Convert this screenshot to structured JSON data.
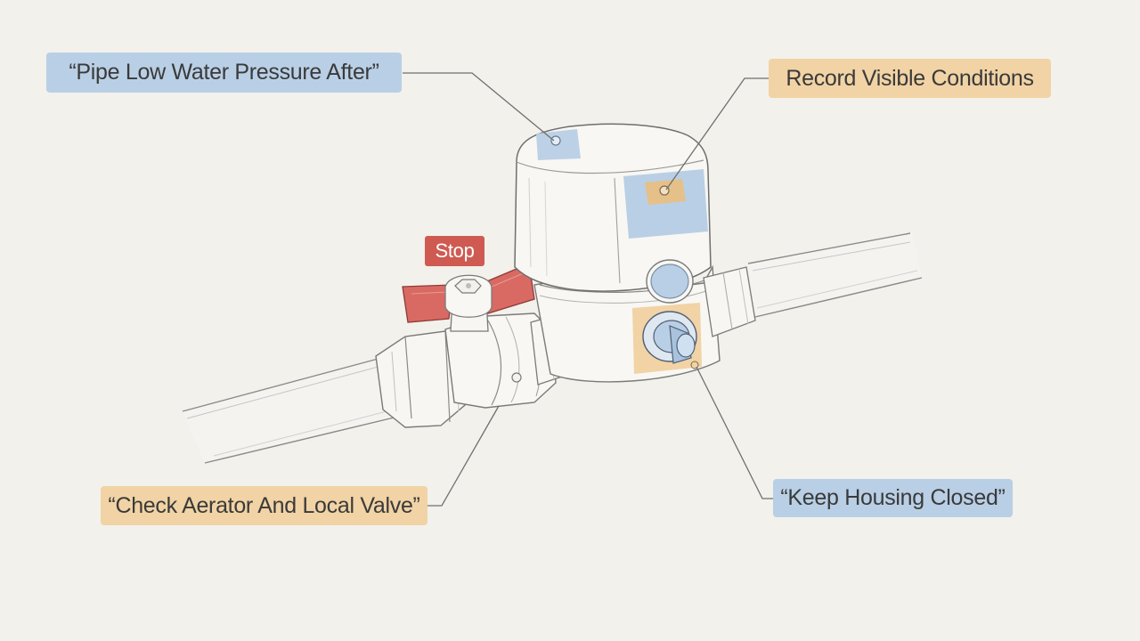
{
  "callouts": {
    "pipe_low_pressure": "“Pipe Low Water Pressure After”",
    "record_conditions": "Record Visible Conditions",
    "stop": "Stop",
    "check_aerator": "“Check Aerator And Local Valve”",
    "keep_housing": "“Keep Housing Closed”"
  },
  "colors": {
    "background": "#f2f1ec",
    "blue_highlight": "#b9cfe5",
    "orange_highlight": "#f1d3a5",
    "red_highlight": "#cf5a52",
    "line": "#6f6f6f"
  }
}
